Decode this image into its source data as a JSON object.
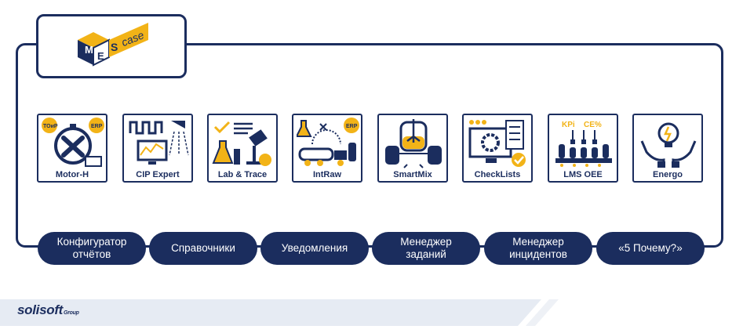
{
  "logo": {
    "letters": [
      "M",
      "E",
      "S"
    ],
    "word": "case"
  },
  "tiles": [
    {
      "label": "Motor-H",
      "icon": "motor-stopwatch-tools-icon",
      "badges": [
        "TOиР",
        "ERP"
      ]
    },
    {
      "label": "CIP Expert",
      "icon": "cip-pipes-monitor-icon",
      "badges": []
    },
    {
      "label": "Lab & Trace",
      "icon": "lab-microscope-flask-icon",
      "badges": []
    },
    {
      "label": "IntRaw",
      "icon": "tanker-truck-flask-icon",
      "badges": [
        "ERP"
      ]
    },
    {
      "label": "SmartMix",
      "icon": "mixing-tanks-icon",
      "badges": []
    },
    {
      "label": "CheckLists",
      "icon": "checklist-monitor-icon",
      "badges": []
    },
    {
      "label": "LMS OEE",
      "icon": "bottling-line-icon",
      "badges": [
        "KPi",
        "CE%"
      ]
    },
    {
      "label": "Energo",
      "icon": "hands-lightbulb-icon",
      "badges": []
    }
  ],
  "modules": [
    {
      "label": "Конфигуратор\nотчётов"
    },
    {
      "label": "Справочники"
    },
    {
      "label": "Уведомления"
    },
    {
      "label": "Менеджер\nзаданий"
    },
    {
      "label": "Менеджер\nинцидентов"
    },
    {
      "label": "«5 Почему?»"
    }
  ],
  "footer": {
    "brand": "solisoft",
    "brand_suffix": "Group"
  },
  "colors": {
    "navy": "#1b2d5e",
    "yellow": "#f2b317",
    "band": "#e6ebf3"
  }
}
